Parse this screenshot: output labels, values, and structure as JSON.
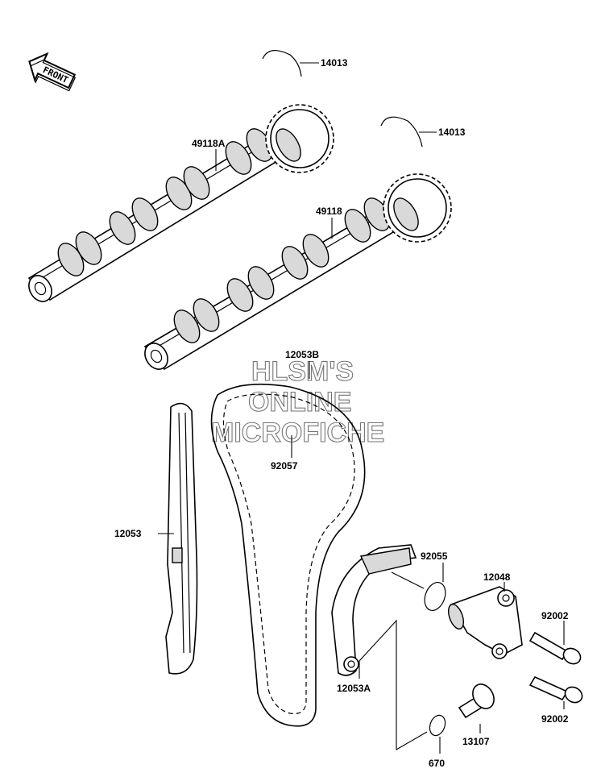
{
  "front_label": "FRONT",
  "watermark": [
    "HLSM'S",
    "ONLINE",
    "MICROFICHE"
  ],
  "labels": {
    "p14013_top": "14013",
    "p14013_mid": "14013",
    "p49118A": "49118A",
    "p49118": "49118",
    "p12053B": "12053B",
    "p92057": "92057",
    "p12053": "12053",
    "p92055": "92055",
    "p12048": "12048",
    "p92002_top": "92002",
    "p92002_bot": "92002",
    "p12053A": "12053A",
    "p13107": "13107",
    "p670": "670"
  }
}
